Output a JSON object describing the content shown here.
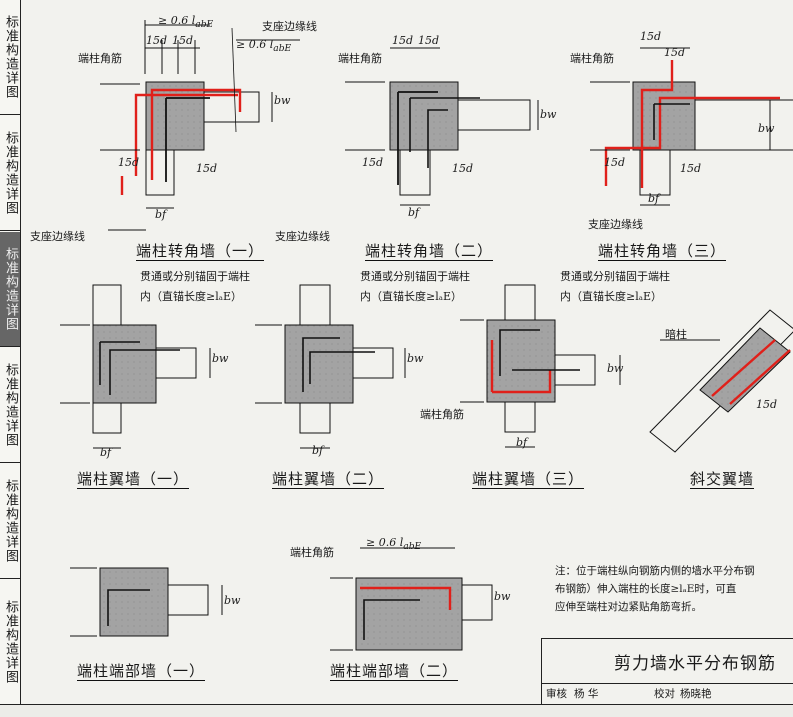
{
  "sidebar": {
    "tabs": [
      {
        "label": "标准构造详图",
        "active": false
      },
      {
        "label": "标准构造详图",
        "active": false
      },
      {
        "label": "标准构造详图",
        "active": true
      },
      {
        "label": "标准构造详图",
        "active": false
      },
      {
        "label": "标准构造详图",
        "active": false
      },
      {
        "label": "标准构造详图",
        "active": false
      }
    ]
  },
  "diagrams": {
    "corner1": "端柱转角墙（一）",
    "corner2": "端柱转角墙（二）",
    "corner3": "端柱转角墙（三）",
    "wing1": "端柱翼墙（一）",
    "wing2": "端柱翼墙（二）",
    "wing3": "端柱翼墙（三）",
    "oblique": "斜交翼墙",
    "end1": "端柱端部墙（一）",
    "end2": "端柱端部墙（二）"
  },
  "labels": {
    "corner_bar": "端柱角筋",
    "support_edge": "支座边缘线",
    "through_anchor_1": "贯通或分别锚固于端柱",
    "through_anchor_2": "内（直锚长度≥lₐE）",
    "hidden_column": "暗柱",
    "dim_15d": "15d",
    "dim_06labe": "≥ 0.6 l",
    "dim_06labe_sub": "abE",
    "bw": "bw",
    "bf": "bf"
  },
  "note": {
    "text": "注：位于端柱纵向钢筋内侧的墙水平分布钢\n    布钢筋）伸入端柱的长度≥lₐE时，可直\n    应伸至端柱对边紧贴角筋弯折。"
  },
  "title_block": {
    "title": "剪力墙水平分布钢筋",
    "review_label": "审核",
    "reviewer": "杨  华",
    "check_label": "校对",
    "checker": "杨晓艳"
  },
  "colors": {
    "rebar": "#e0201a",
    "concrete": "#9a9a9a",
    "line": "#111111"
  }
}
